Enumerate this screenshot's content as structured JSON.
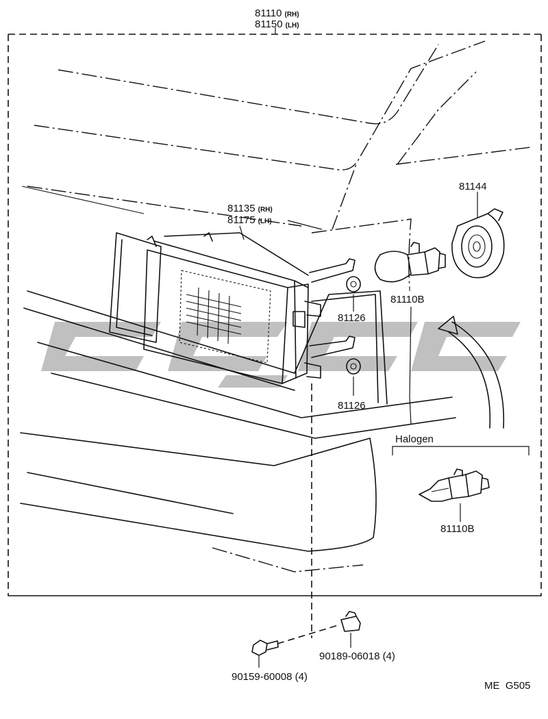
{
  "labels": {
    "assembly_rh": "81110",
    "assembly_rh_suffix": "(RH)",
    "assembly_lh": "81150",
    "assembly_lh_suffix": "(LH)",
    "unit_rh": "81135",
    "unit_rh_suffix": "(RH)",
    "unit_lh": "81175",
    "unit_lh_suffix": "(LH)",
    "socket_cover": "81144",
    "bulb_main": "81110B",
    "grommet_upper": "81126",
    "grommet_lower": "81126",
    "halogen_title": "Halogen",
    "bulb_halogen": "81110B",
    "nut": "90189-06018 (4)",
    "screw": "90159-60008 (4)",
    "diagram_code": "ME  G505"
  },
  "colors": {
    "line": "#111111",
    "watermark": "#8c8c8c",
    "background": "#ffffff"
  }
}
